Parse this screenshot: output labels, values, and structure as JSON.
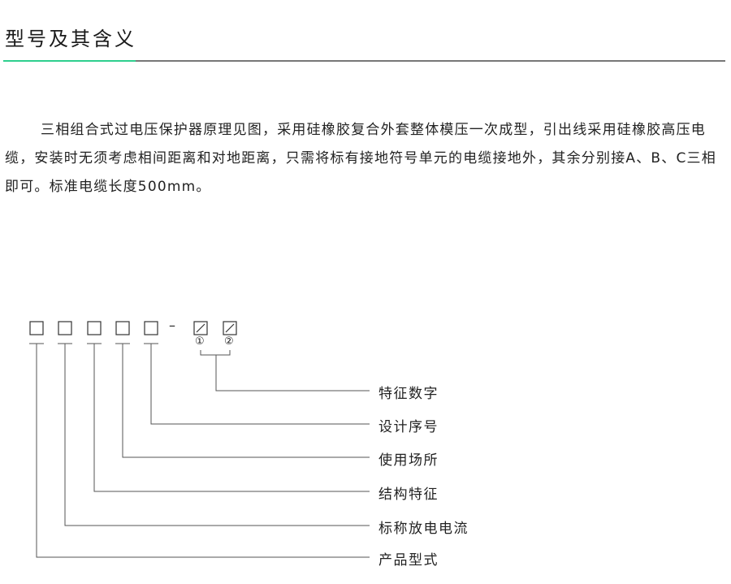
{
  "section_title": "型号及其含义",
  "accent_color": "#2ecf8e",
  "paragraph": "三相组合式过电压保护器原理见图，采用硅橡胶复合外套整体模压一次成型，引出线采用硅橡胶高压电缆，安装时无须考虑相间距离和对地距离，只需将标有接地符号单元的电缆接地外，其余分别接A、B、C三相即可。标准电缆长度500mm。",
  "diagram": {
    "dash": "–",
    "circle_1": "①",
    "circle_2": "②",
    "labels": [
      "特征数字",
      "设计序号",
      "使用场所",
      "结构特征",
      "标称放电电流",
      "产品型式"
    ]
  }
}
